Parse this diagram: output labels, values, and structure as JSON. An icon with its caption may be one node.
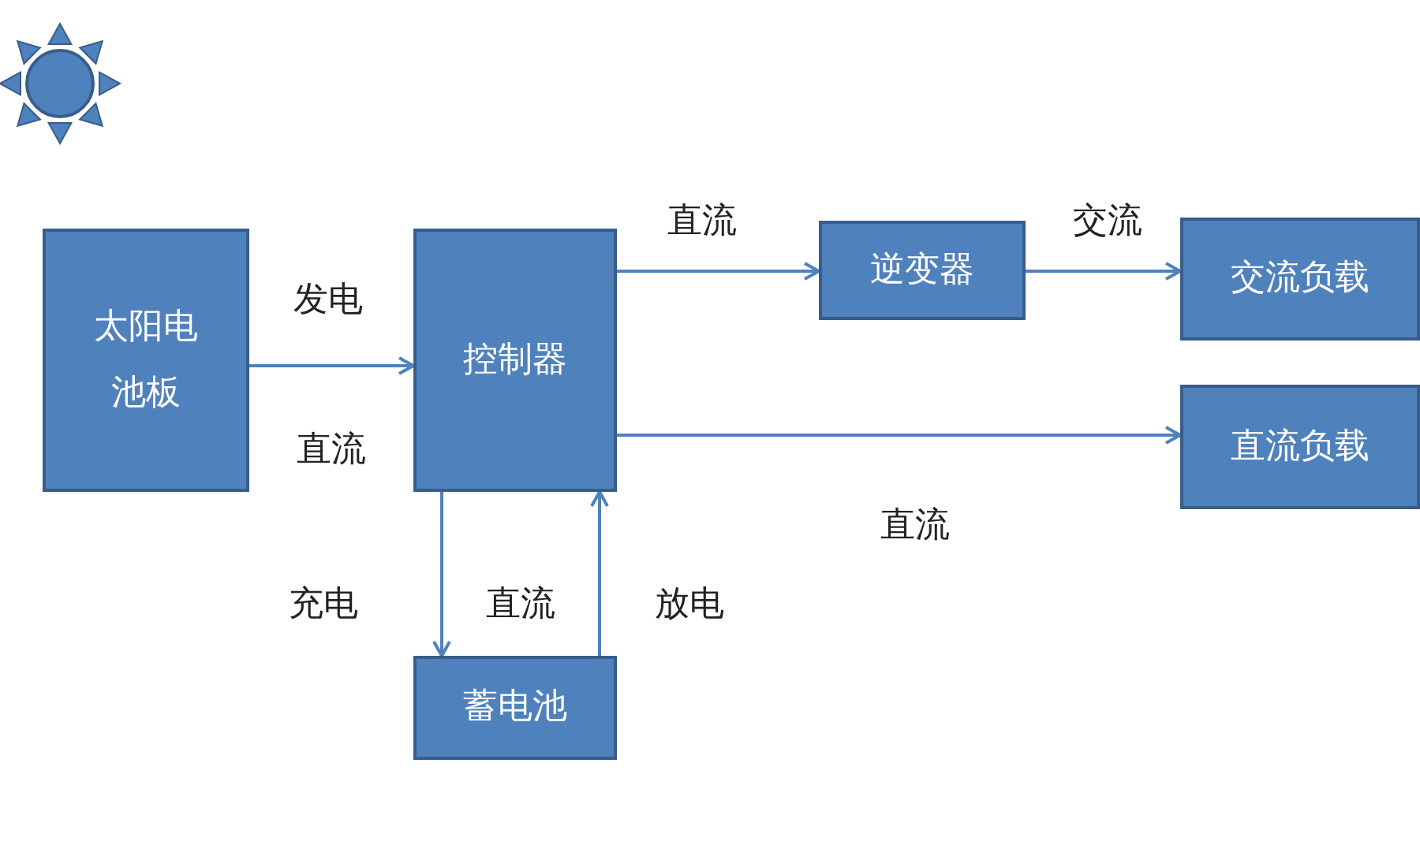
{
  "diagram": {
    "nodes": [
      {
        "text": [
          "太阳电池板"
        ]
      },
      {
        "text": [
          "控制器"
        ]
      },
      {
        "text": [
          "逆变器"
        ]
      },
      {
        "text": [
          "交流负载"
        ]
      },
      {
        "text": [
          "直流负载"
        ]
      },
      {
        "text": [
          "蓄电池"
        ]
      }
    ],
    "edges": [
      {
        "from": 0,
        "to": 1,
        "arrow": "to",
        "label": "发电"
      },
      {
        "from": 1,
        "to": 2,
        "arrow": "to",
        "label": "直流"
      },
      {
        "from": 2,
        "to": 3,
        "arrow": "to",
        "label": "交流"
      },
      {
        "from": 1,
        "to": 4,
        "arrow": "to",
        "label": "直流"
      },
      {
        "from": 1,
        "to": 5,
        "arrow": "to",
        "label": "充电"
      },
      {
        "from": 5,
        "to": 1,
        "arrow": "to",
        "label": "放电"
      }
    ],
    "labels": [
      "直流",
      "直流"
    ]
  }
}
